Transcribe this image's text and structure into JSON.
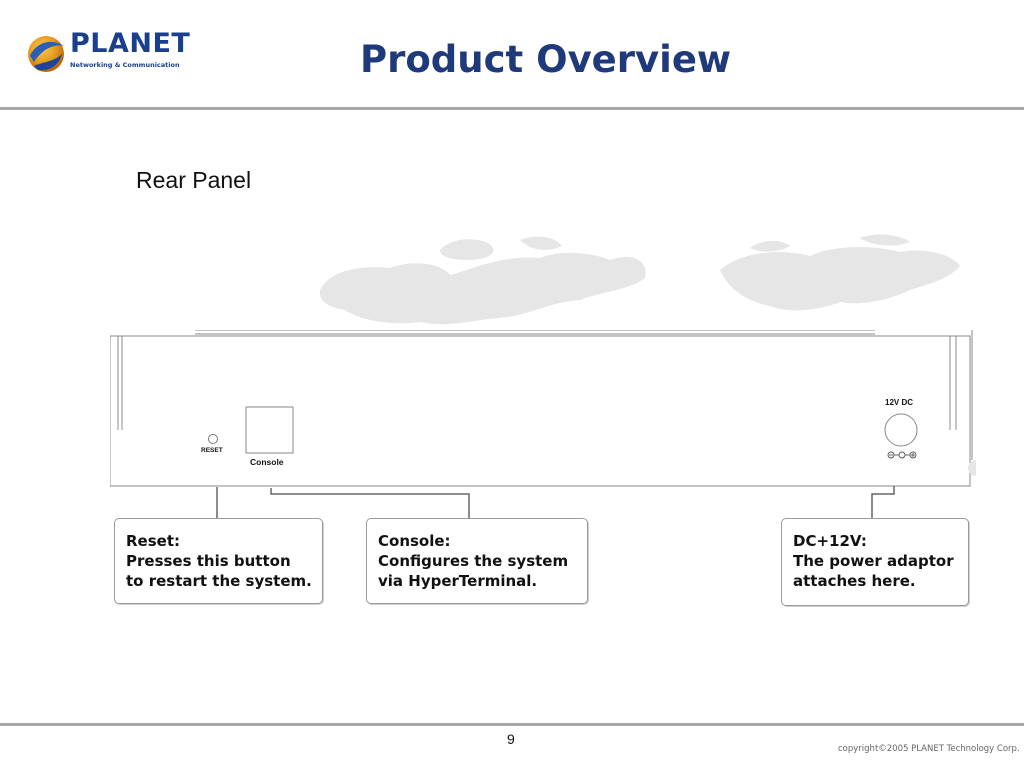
{
  "header": {
    "logo_word": "PLANET",
    "logo_tagline": "Networking & Communication",
    "title": "Product Overview"
  },
  "subtitle": "Rear Panel",
  "device": {
    "reset_label": "RESET",
    "console_label": "Console",
    "power_label": "12V DC"
  },
  "callouts": [
    {
      "lines": [
        "Reset:",
        "Presses this button",
        "to restart the system."
      ]
    },
    {
      "lines": [
        "Console:",
        "Configures the system",
        "via HyperTerminal."
      ]
    },
    {
      "lines": [
        "DC+12V:",
        "The power adaptor",
        "attaches here."
      ]
    }
  ],
  "footer": {
    "page_number": "9",
    "copyright": "copyright©2005 PLANET Technology Corp."
  },
  "colors": {
    "title": "#1f3a7a",
    "logo": "#1b3f8f",
    "rule": "#a7a7a7",
    "map": "#e4e4e4"
  }
}
